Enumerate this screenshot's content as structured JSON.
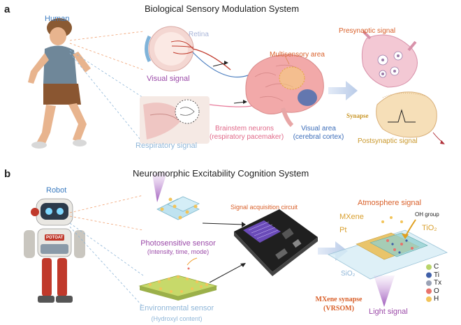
{
  "panel_a": {
    "letter": "a",
    "title": "Biological Sensory Modulation System",
    "human_label": "Human",
    "retina_label": "Retina",
    "visual_signal": "Visual signal",
    "respiratory_signal": "Respiratory signal",
    "multisensory_area": "Multisensory area",
    "brainstem_line1": "Brainstem neurons",
    "brainstem_line2": "(respiratory pacemaker)",
    "visual_area_line1": "Visual area",
    "visual_area_line2": "(cerebral cortex)",
    "presynaptic_signal": "Presynaptic signal",
    "synapse": "Synapse",
    "postsynaptic_signal": "Postsynaptic signal"
  },
  "panel_b": {
    "letter": "b",
    "title": "Neuromorphic Excitability Cognition System",
    "robot_label": "Robot",
    "robot_chest": "POTOAT",
    "photosensitive_line1": "Photosensitive sensor",
    "photosensitive_line2": "(Intensity, time, mode)",
    "signal_circuit": "Signal acquisition circuit",
    "environmental_line1": "Environmental sensor",
    "environmental_line2": "(Hydroxyl content)",
    "atmosphere_signal": "Atmosphere signal",
    "mxene": "MXene",
    "pt": "Pt",
    "oh_group": "OH group",
    "tio2": "TiO₂",
    "sio2": "SiO₂",
    "synapse_line1": "MXene synapse",
    "synapse_line2": "(VRSOM)",
    "light_signal": "Light signal",
    "legend": [
      {
        "label": "C",
        "color": "#b9d46a"
      },
      {
        "label": "Ti",
        "color": "#3f5fa8"
      },
      {
        "label": "Tx",
        "color": "#9aa2b5"
      },
      {
        "label": "O",
        "color": "#e8736b"
      },
      {
        "label": "H",
        "color": "#f2c45a"
      }
    ]
  }
}
